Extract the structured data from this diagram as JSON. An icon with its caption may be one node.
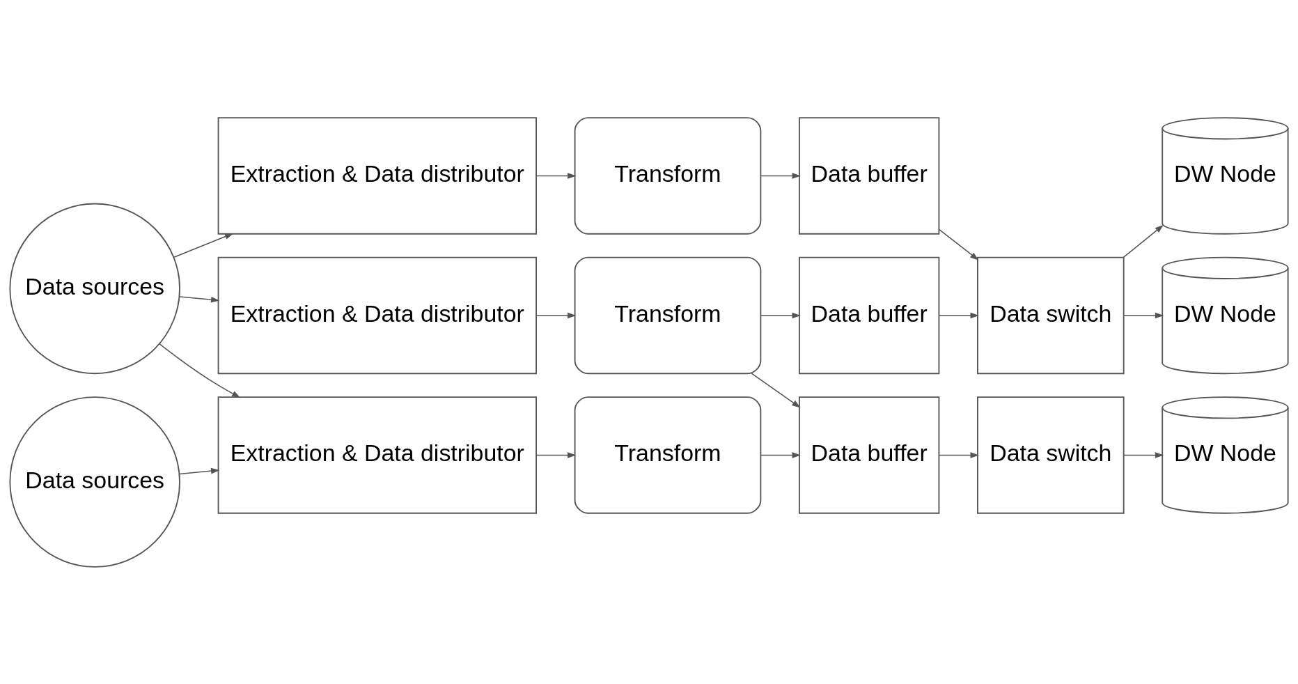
{
  "diagram": {
    "nodes": [
      {
        "text": [
          "Data sources"
        ]
      },
      {
        "text": [
          "Data sources"
        ]
      },
      {
        "text": [
          "Extraction & Data distributor"
        ]
      },
      {
        "text": [
          "Extraction & Data distributor"
        ]
      },
      {
        "text": [
          "Extraction & Data distributor"
        ]
      },
      {
        "text": [
          "Transform"
        ]
      },
      {
        "text": [
          "Transform"
        ]
      },
      {
        "text": [
          "Transform"
        ]
      },
      {
        "text": [
          "Data buffer"
        ]
      },
      {
        "text": [
          "Data buffer"
        ]
      },
      {
        "text": [
          "Data buffer"
        ]
      },
      {
        "text": [
          "Data switch"
        ]
      },
      {
        "text": [
          "Data switch"
        ]
      },
      {
        "text": [
          "DW Node"
        ]
      },
      {
        "text": [
          "DW Node"
        ]
      },
      {
        "text": [
          "DW Node"
        ]
      }
    ],
    "edges": [
      {
        "from": 0,
        "to": 2,
        "arrow": "to"
      },
      {
        "from": 0,
        "to": 3,
        "arrow": "to"
      },
      {
        "from": 0,
        "to": 4,
        "arrow": "to"
      },
      {
        "from": 1,
        "to": 4,
        "arrow": "to"
      },
      {
        "from": 2,
        "to": 5,
        "arrow": "to"
      },
      {
        "from": 3,
        "to": 6,
        "arrow": "to"
      },
      {
        "from": 4,
        "to": 7,
        "arrow": "to"
      },
      {
        "from": 5,
        "to": 8,
        "arrow": "to"
      },
      {
        "from": 6,
        "to": 9,
        "arrow": "to"
      },
      {
        "from": 6,
        "to": 10,
        "arrow": "to"
      },
      {
        "from": 7,
        "to": 10,
        "arrow": "to"
      },
      {
        "from": 8,
        "to": 11,
        "arrow": "to"
      },
      {
        "from": 9,
        "to": 11,
        "arrow": "to"
      },
      {
        "from": 10,
        "to": 12,
        "arrow": "to"
      },
      {
        "from": 11,
        "to": 13,
        "arrow": "to"
      },
      {
        "from": 11,
        "to": 14,
        "arrow": "to"
      },
      {
        "from": 12,
        "to": 15,
        "arrow": "to"
      }
    ]
  }
}
